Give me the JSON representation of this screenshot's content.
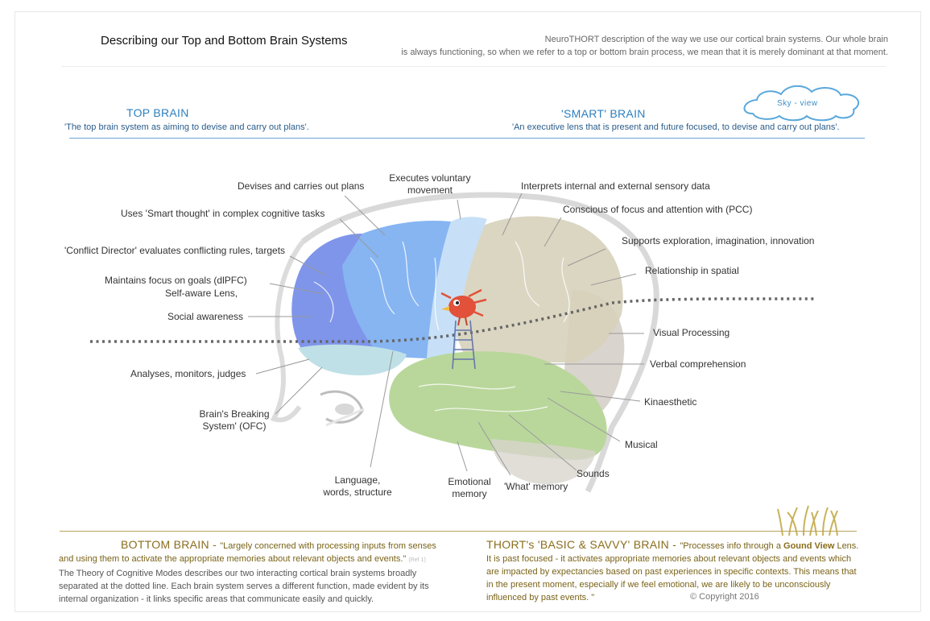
{
  "header": {
    "title": "Describing our Top and Bottom Brain Systems",
    "description_line1": "NeuroTHORT  description of the way we use our cortical brain systems. Our whole brain",
    "description_line2": "is always functioning, so when we refer to a top or bottom brain process, we mean that it is merely dominant at that moment."
  },
  "top_brain": {
    "heading": "TOP BRAIN",
    "subtitle": "'The top brain system as aiming to devise and carry out plans'."
  },
  "smart_brain": {
    "heading": "'SMART' BRAIN",
    "subtitle": "'An executive lens that is present and future focused, to devise and carry out plans'."
  },
  "sky_view": {
    "label": "Sky - view"
  },
  "labels_left": {
    "devises": "Devises and carries out plans",
    "smart_thought": "Uses 'Smart thought' in complex cognitive tasks",
    "conflict": "'Conflict Director' evaluates conflicting rules, targets",
    "focus": "Maintains focus on goals (dlPFC)",
    "self_aware": "Self-aware  Lens,",
    "social": "Social awareness",
    "analyses": "Analyses, monitors, judges",
    "breaking_1": "Brain's Breaking",
    "breaking_2": "System' (OFC)",
    "language_1": "Language,",
    "language_2": "words, structure"
  },
  "labels_top": {
    "voluntary_1": "Executes voluntary",
    "voluntary_2": "movement"
  },
  "labels_right": {
    "interprets": "Interprets internal and external sensory data",
    "conscious": "Conscious of focus and attention with (PCC)",
    "supports": "Supports exploration, imagination, innovation",
    "spatial": "Relationship in spatial",
    "visual": "Visual Processing",
    "verbal": "Verbal comprehension",
    "kinaesthetic": "Kinaesthetic",
    "musical": "Musical",
    "sounds": "Sounds",
    "what_memory": "'What' memory",
    "emotional_1": "Emotional",
    "emotional_2": "memory"
  },
  "bottom_brain": {
    "heading": "BOTTOM BRAIN",
    "dash": " - ",
    "quote_1": "\"Largely concerned with processing inputs from senses",
    "quote_2": "and using them to activate the appropriate memories about relevant objects and events.\"",
    "ref": "(Ref 1)",
    "body_1": "The Theory of Cognitive Modes describes our two interacting cortical brain systems broadly",
    "body_2": "separated at the dotted line. Each brain system serves a different function, made evident by its",
    "body_3": "internal organization",
    "body_3b": " - it links specific areas that communicate easily and quickly."
  },
  "basic_brain": {
    "heading": "THORT's 'BASIC & SAVVY' BRAIN",
    "dash": " - ",
    "quote_1a": "\"Processes info through a ",
    "ground_view": "Gound View",
    "quote_1b": " Lens.",
    "body_1": "It is past focused - it activates appropriate memories about relevant objects and events which",
    "body_2": "are impacted by expectancies based on past experiences in specific contexts. This means that",
    "body_3": "in the present moment, especially if we feel emotional, we are likely to be unconsciously",
    "body_4": "influenced by past events. \""
  },
  "copyright": "©  Copyright 2016",
  "colors": {
    "top_blue": "#2c7fbf",
    "olive": "#8a6d1c",
    "prefrontal": "#7f95ea",
    "frontal": "#86b5f2",
    "motor": "#c7e0f7",
    "parietal": "#d7d1bb",
    "occipital": "#d9d4cd",
    "temporal": "#b9d79b",
    "ofc": "#bfe0e6"
  }
}
